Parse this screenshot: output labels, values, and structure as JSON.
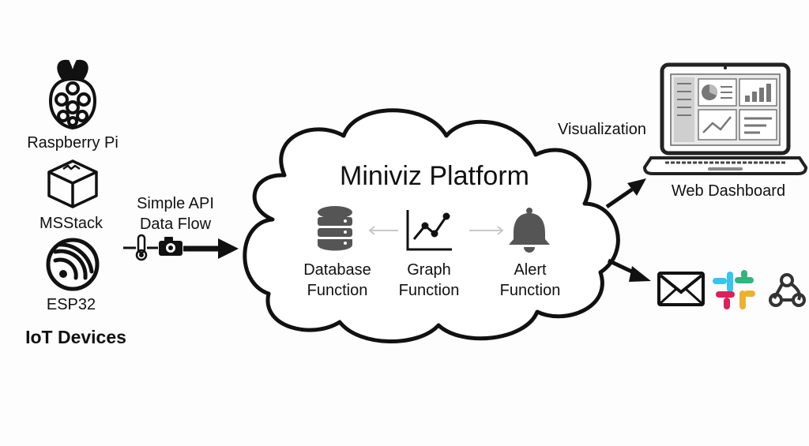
{
  "iot": {
    "devices": [
      {
        "label": "Raspberry Pi",
        "icon": "raspberry-pi-icon"
      },
      {
        "label": "MSStack",
        "icon": "msstack-box-icon"
      },
      {
        "label": "ESP32",
        "icon": "esp32-wifi-icon"
      }
    ],
    "group_label": "IoT Devices"
  },
  "flow": {
    "line1": "Simple API",
    "line2": "Data Flow",
    "icons": [
      "thermometer-icon",
      "camera-icon"
    ]
  },
  "platform": {
    "title": "Miniviz Platform",
    "functions": [
      {
        "line1": "Database",
        "line2": "Function",
        "icon": "database-icon"
      },
      {
        "line1": "Graph",
        "line2": "Function",
        "icon": "line-graph-icon"
      },
      {
        "line1": "Alert",
        "line2": "Function",
        "icon": "bell-icon"
      }
    ]
  },
  "outputs": {
    "visualization_label": "Visualization",
    "dashboard_label": "Web Dashboard",
    "dashboard_icon": "laptop-dashboard-icon",
    "notification_icons": [
      "email-icon",
      "slack-icon",
      "webhook-icon"
    ]
  },
  "colors": {
    "ink": "#111111",
    "icon_gray": "#555555",
    "connector_gray": "#c8c8c8",
    "slack_blue": "#36c5f0",
    "slack_green": "#2eb67d",
    "slack_red": "#e01e5a",
    "slack_yellow": "#ecb22e"
  }
}
